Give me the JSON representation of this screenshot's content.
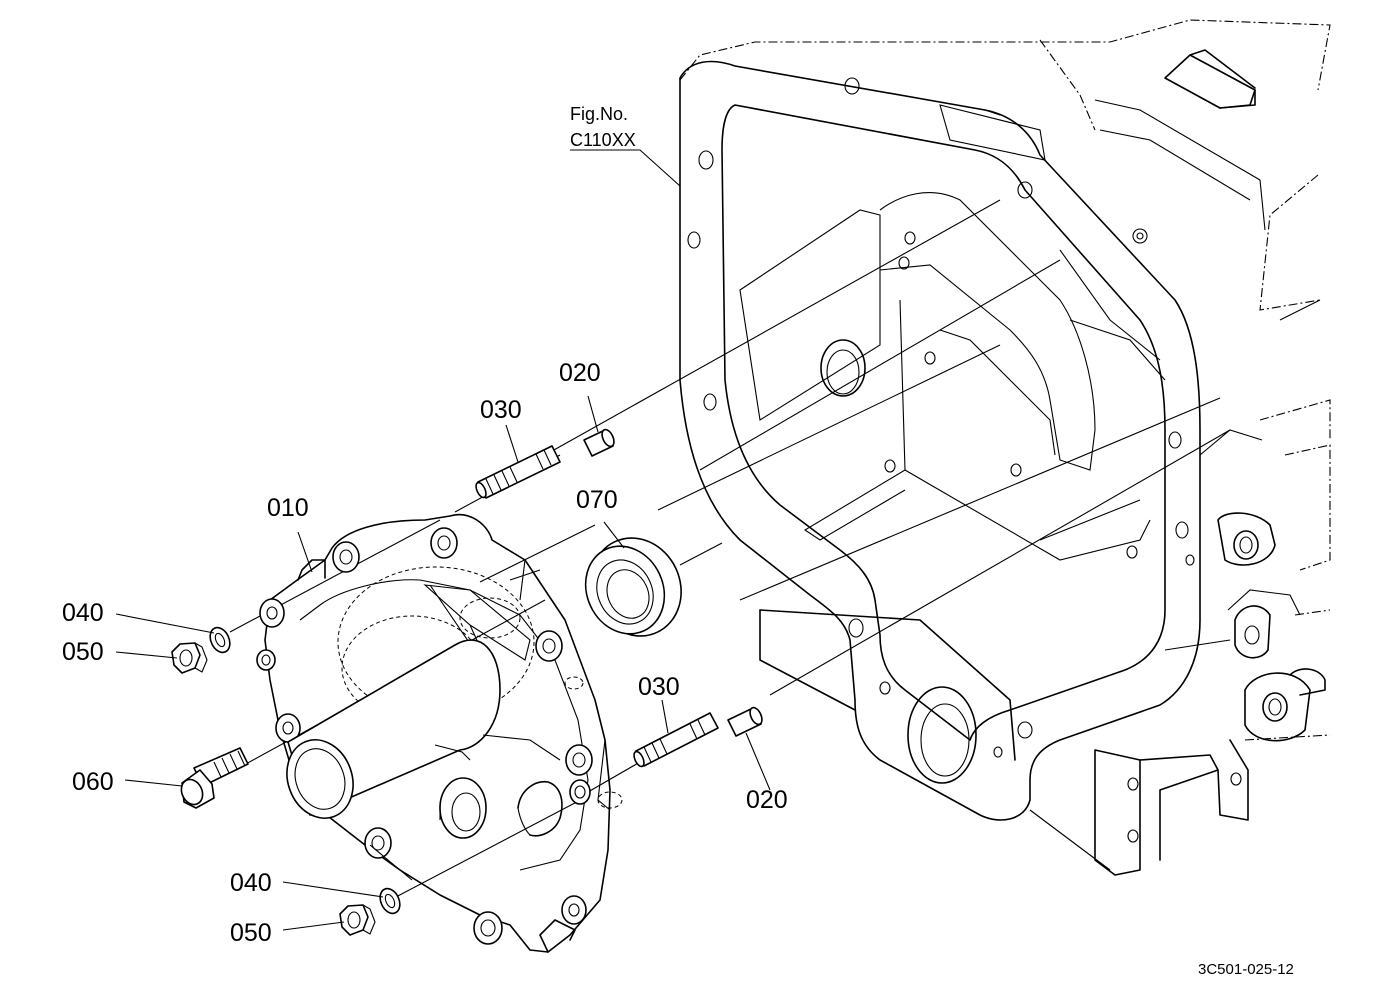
{
  "figure": {
    "fig_no_label": "Fig.No.",
    "fig_no_value": "C110XX",
    "drawing_code": "3C501-025-12"
  },
  "callouts": {
    "p010": "010",
    "p020_top": "020",
    "p020_bottom": "020",
    "p030_top": "030",
    "p030_bottom": "030",
    "p040_top": "040",
    "p040_bottom": "040",
    "p050_top": "050",
    "p050_bottom": "050",
    "p060": "060",
    "p070": "070"
  }
}
